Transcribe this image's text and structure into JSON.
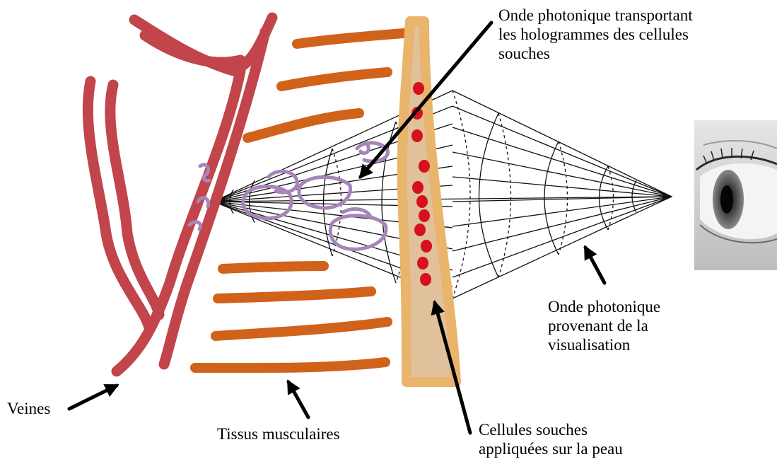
{
  "labels": {
    "onde_holo": [
      "Onde photonique transportant",
      "les hologrammes des cellules",
      "souches"
    ],
    "onde_visu": [
      "Onde photonique",
      "provenant de la",
      "visualisation"
    ],
    "veines": "Veines",
    "tissus": "Tissus musculaires",
    "cellules": [
      "Cellules souches",
      "appliquées sur la peau"
    ]
  },
  "colors": {
    "vein": "#c1454a",
    "muscle": "#d0621a",
    "skin_outer": "#e9b46c",
    "skin_inner": "#e0c19b",
    "stem_cell": "#d6101c",
    "hologram": "#a685b8",
    "wave_lines": "#111111",
    "arrow": "#000000"
  },
  "icons": {
    "eye": "eye-photo-icon"
  }
}
